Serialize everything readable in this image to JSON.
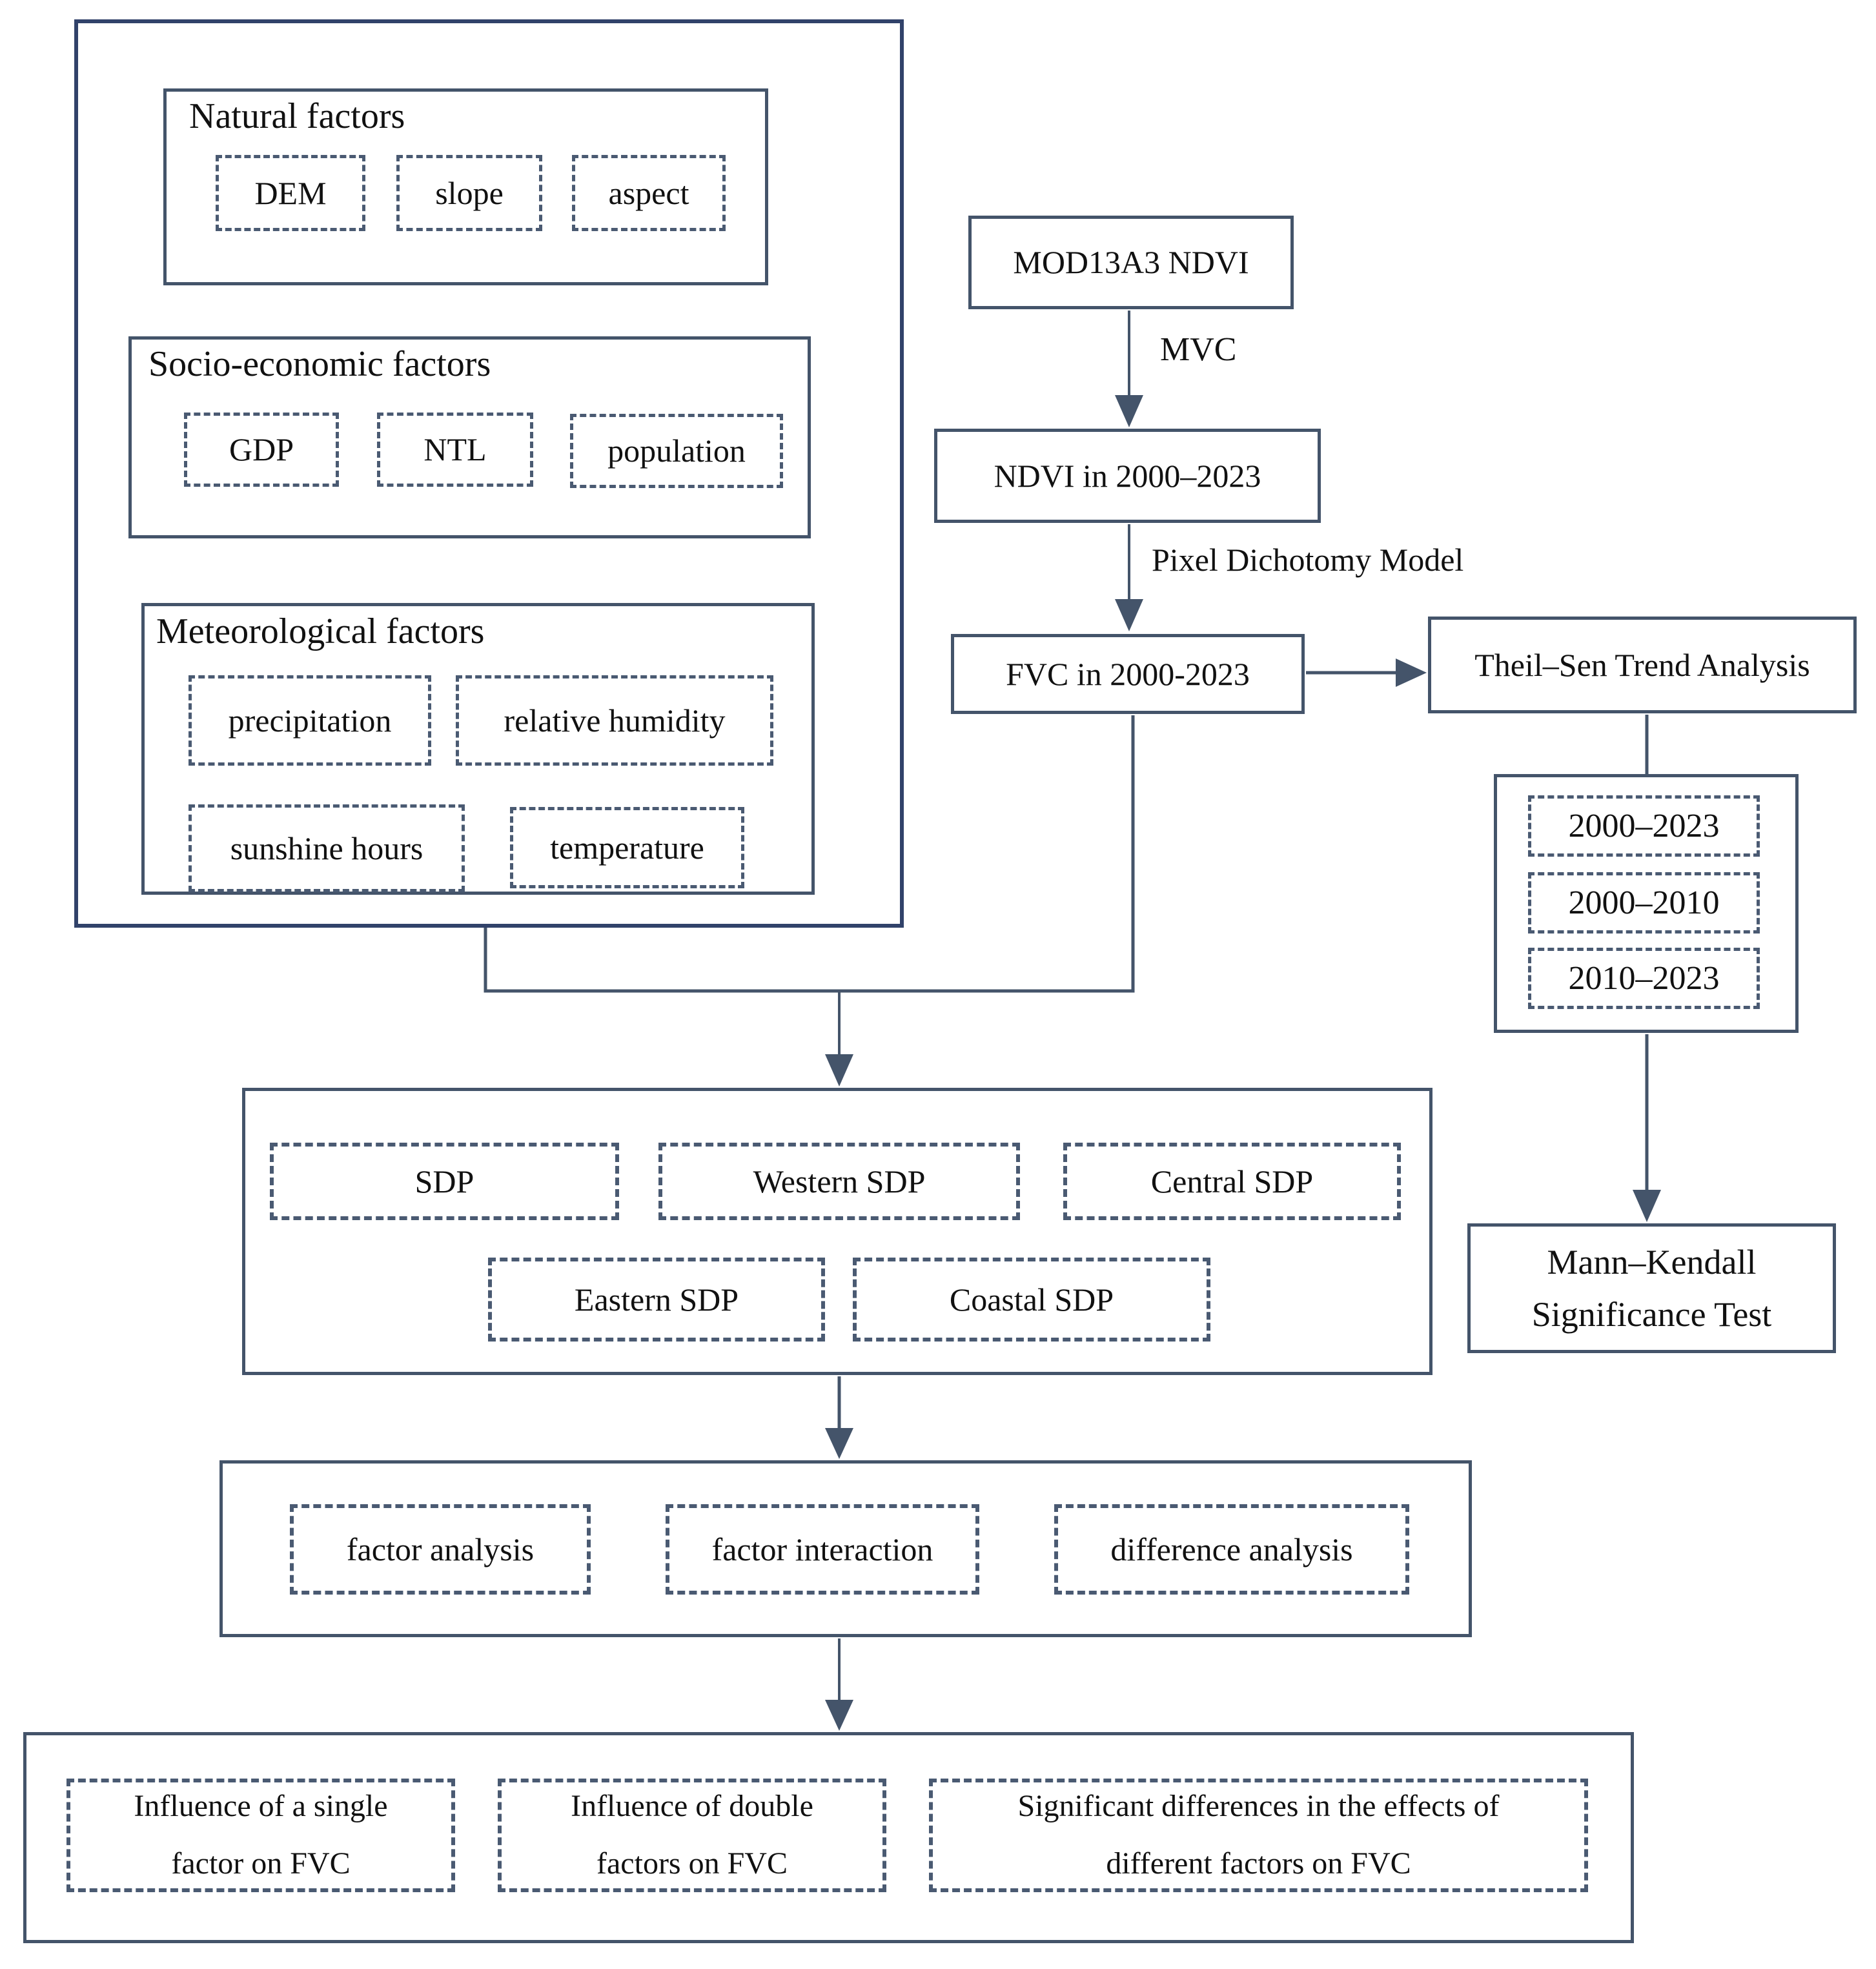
{
  "colors": {
    "line": "#44546a",
    "outer_border": "#31426a",
    "text": "#111111"
  },
  "left_panel": {
    "natural": {
      "title": "Natural factors",
      "dem": "DEM",
      "slope": "slope",
      "aspect": "aspect"
    },
    "socio": {
      "title": "Socio-economic factors",
      "gdp": "GDP",
      "ntl": "NTL",
      "population": "population"
    },
    "meteo": {
      "title": "Meteorological factors",
      "precipitation": "precipitation",
      "humidity": "relative humidity",
      "sunshine": "sunshine hours",
      "temperature": "temperature"
    }
  },
  "flow": {
    "mod13a3": "MOD13A3 NDVI",
    "mvc_label": "MVC",
    "ndvi": "NDVI in 2000–2023",
    "pixel_dichotomy_label": "Pixel Dichotomy Model",
    "fvc": "FVC in 2000-2023",
    "theil_sen": "Theil–Sen Trend Analysis",
    "period_1": "2000–2023",
    "period_2": "2000–2010",
    "period_3": "2010–2023",
    "mann_kendall_line1": "Mann–Kendall",
    "mann_kendall_line2": "Significance Test"
  },
  "sdp": {
    "sdp": "SDP",
    "western": "Western SDP",
    "central": "Central SDP",
    "eastern": "Eastern SDP",
    "coastal": "Coastal SDP"
  },
  "analysis": {
    "factor_analysis": "factor analysis",
    "factor_interaction": "factor interaction",
    "difference_analysis": "difference analysis"
  },
  "outcomes": {
    "single_line1": "Influence of a single",
    "single_line2": "factor on FVC",
    "double_line1": "Influence of double",
    "double_line2": "factors on FVC",
    "significant_line1": "Significant differences in the effects of",
    "significant_line2": "different factors on FVC"
  }
}
